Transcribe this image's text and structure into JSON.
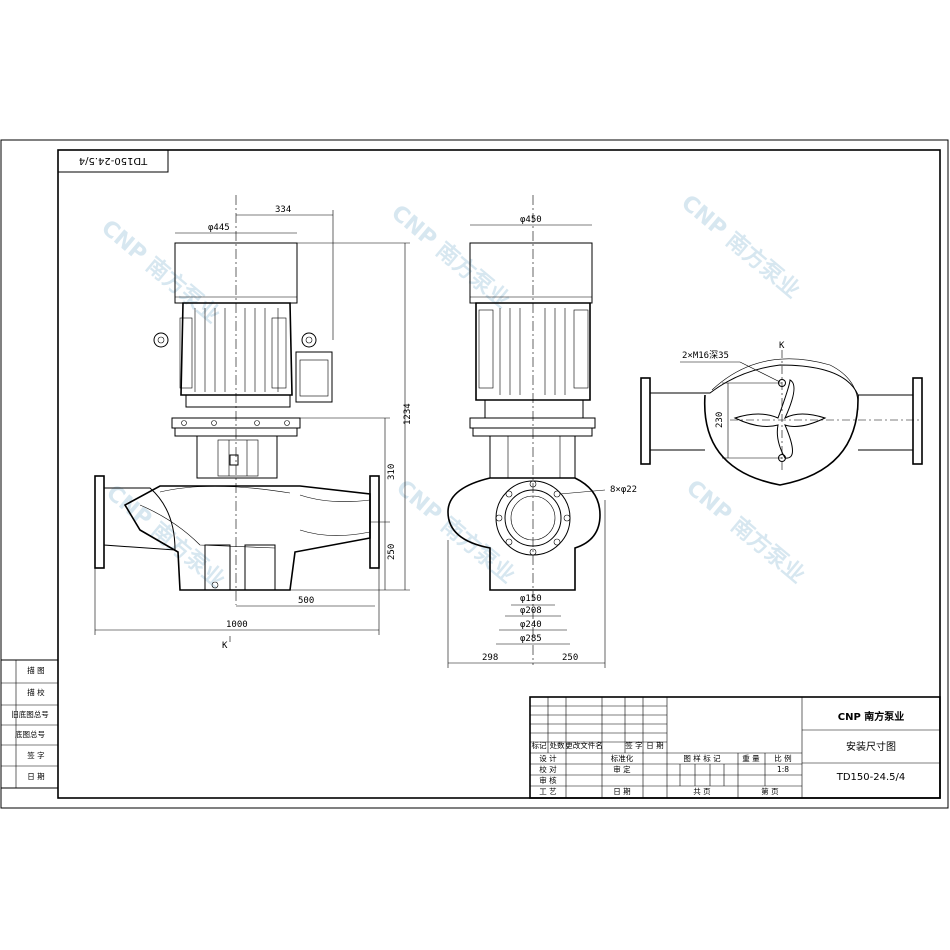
{
  "drawing_number_rotated": "TD150-24.5/4",
  "watermark": {
    "text": "CNP 南方泵业"
  },
  "logo": {
    "text": "CNP 南方泵业"
  },
  "dimensions": {
    "motor_dia_left": "φ445",
    "motor_offset": "334",
    "motor_dia_right": "φ450",
    "total_height": "1234",
    "flange_height": "310",
    "base_height": "250",
    "half_length": "500",
    "total_length": "1000",
    "section_mark_bottom": "K",
    "section_mark_top": "K",
    "bolt_spec": "2×M16深35",
    "top_view_230": "230",
    "flange_bolts": "8×φ22",
    "flange_d1": "φ150",
    "flange_d2": "φ208",
    "flange_d3": "φ240",
    "flange_d4": "φ285",
    "offset_left": "298",
    "offset_right": "250"
  },
  "left_table": [
    "描 图",
    "描 校",
    "旧底图总号",
    "底图总号",
    "签 字",
    "日 期"
  ],
  "title_block": {
    "rev_headers": [
      "标记",
      "处数",
      "更改文件名",
      "签 字",
      "日 期"
    ],
    "left_rows": [
      [
        "设 计",
        "",
        "标准化",
        ""
      ],
      [
        "校 对",
        "",
        "审 定",
        ""
      ],
      [
        "审 核",
        "",
        "",
        ""
      ],
      [
        "工 艺",
        "",
        "日 期",
        ""
      ]
    ],
    "mid_headers": [
      "图 样 标 记",
      "重 量",
      "比 例"
    ],
    "scale": "1:8",
    "sheets_total": "共    页",
    "sheet_no": "第    页",
    "drawing_title": "安装尺寸图",
    "drawing_code": "TD150-24.5/4"
  }
}
